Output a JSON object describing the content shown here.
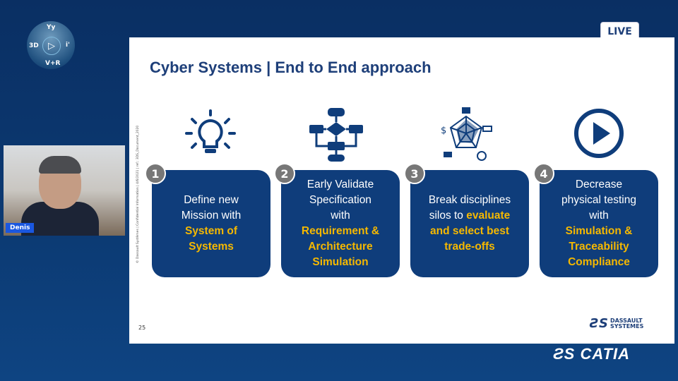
{
  "compass": {
    "top": "Yy",
    "left": "3D",
    "right": "i'",
    "bottom": "V+R"
  },
  "webcam": {
    "name": "Denis"
  },
  "live": "LIVE",
  "slide": {
    "title": "Cyber Systems | End to End approach",
    "copyright": "© Dassault Systèmes | Confidential Information | 4/6/2021 | ref.: 3DS_Document_2020",
    "page_number": "25",
    "cards": [
      {
        "num": "1",
        "icon": "lightbulb-icon",
        "plain": [
          "Define new",
          "Mission with"
        ],
        "bold": [
          "System of",
          "Systems"
        ]
      },
      {
        "num": "2",
        "icon": "flowchart-icon",
        "plain": [
          "Early Validate",
          "Specification",
          "with"
        ],
        "bold": [
          "Requirement &",
          "Architecture",
          "Simulation"
        ]
      },
      {
        "num": "3",
        "icon": "radar-chart-icon",
        "plain": [
          "Break disciplines",
          "silos to"
        ],
        "inline_bold": "evaluate",
        "bold": [
          "and select best",
          "trade-offs"
        ]
      },
      {
        "num": "4",
        "icon": "play-icon",
        "plain": [
          "Decrease",
          "physical testing",
          "with"
        ],
        "bold": [
          "Simulation &",
          "Traceability",
          "Compliance"
        ]
      }
    ],
    "logo": [
      "DASSAULT",
      "SYSTEMES"
    ]
  },
  "brand": "CATIA"
}
